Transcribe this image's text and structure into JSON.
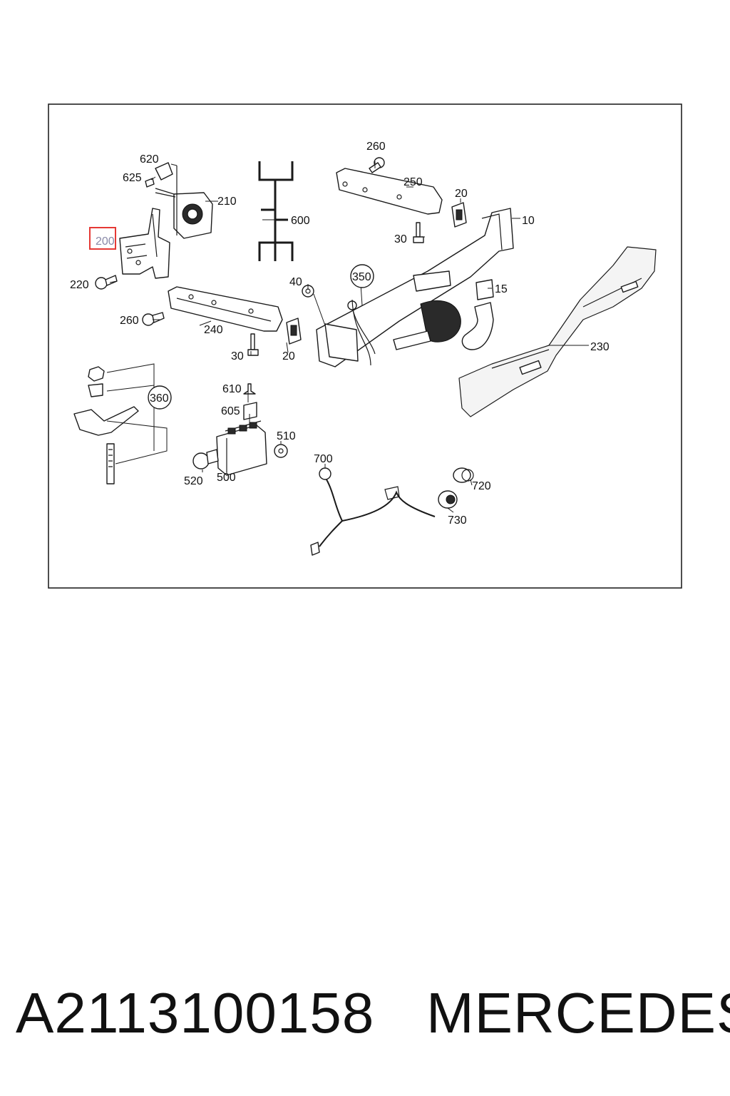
{
  "diagram": {
    "callouts": {
      "c10": "10",
      "c15": "15",
      "c20a": "20",
      "c20b": "20",
      "c30a": "30",
      "c30b": "30",
      "c40": "40",
      "c200": "200",
      "c210": "210",
      "c220": "220",
      "c230": "230",
      "c240": "240",
      "c250": "250",
      "c260a": "260",
      "c260b": "260",
      "c350": "350",
      "c360": "360",
      "c500": "500",
      "c510": "510",
      "c520": "520",
      "c600": "600",
      "c605": "605",
      "c610": "610",
      "c620": "620",
      "c625": "625",
      "c700": "700",
      "c720": "720",
      "c730": "730"
    },
    "highlight_color": "#e53935"
  },
  "footer": {
    "part_number": "A2113100158",
    "brand": "MERCEDES"
  }
}
